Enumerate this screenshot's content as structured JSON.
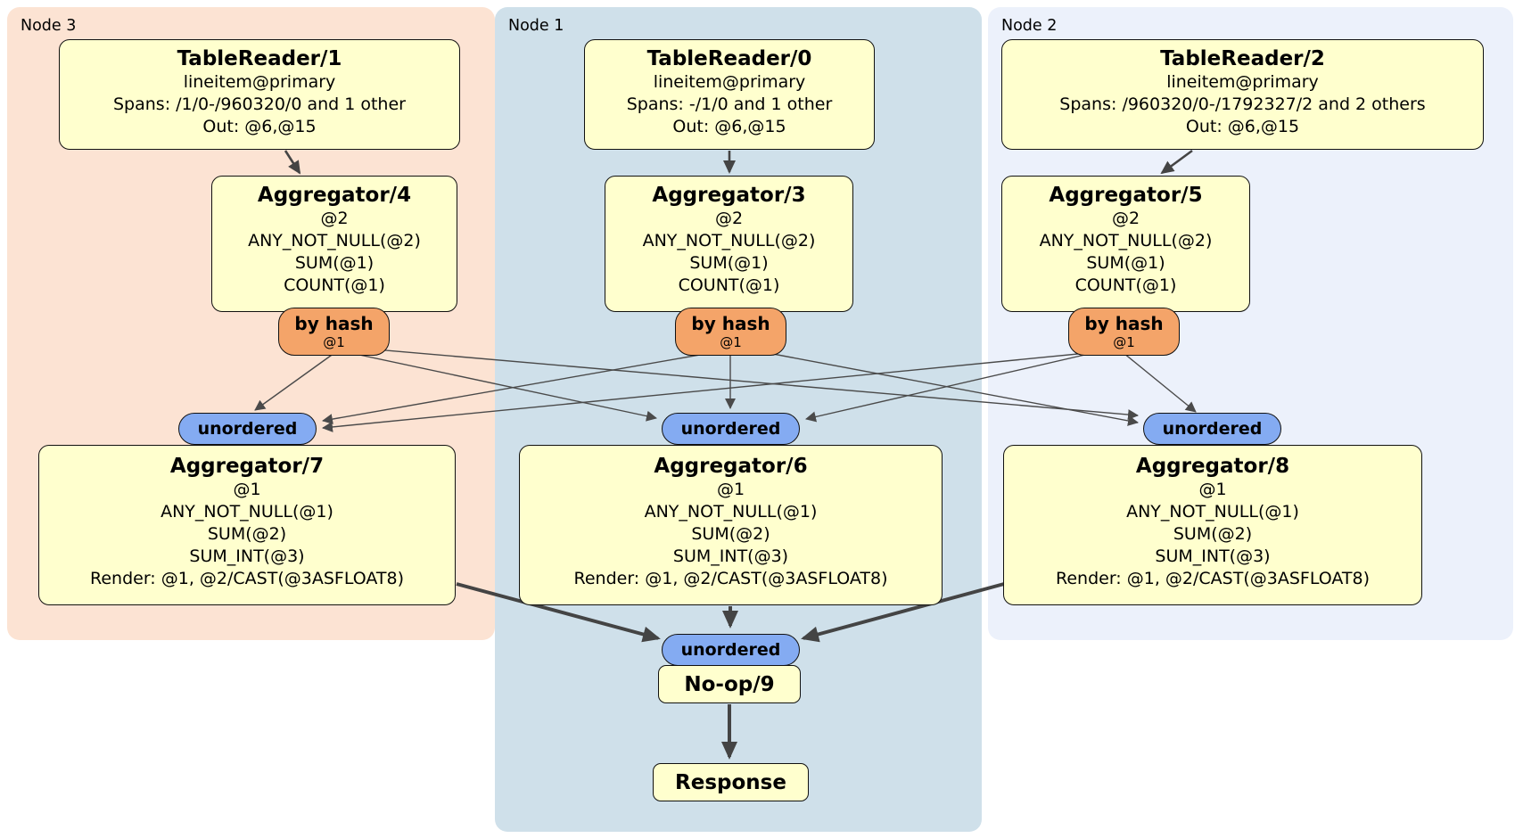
{
  "regions": [
    {
      "id": "node3",
      "label": "Node 3"
    },
    {
      "id": "node1",
      "label": "Node 1"
    },
    {
      "id": "node2",
      "label": "Node 2"
    }
  ],
  "processors": {
    "tr1": {
      "title": "TableReader/1",
      "lines": [
        "lineitem@primary",
        "Spans: /1/0-/960320/0 and 1 other",
        "Out: @6,@15"
      ]
    },
    "tr0": {
      "title": "TableReader/0",
      "lines": [
        "lineitem@primary",
        "Spans: -/1/0 and 1 other",
        "Out: @6,@15"
      ]
    },
    "tr2": {
      "title": "TableReader/2",
      "lines": [
        "lineitem@primary",
        "Spans: /960320/0-/1792327/2 and 2 others",
        "Out: @6,@15"
      ]
    },
    "agg4": {
      "title": "Aggregator/4",
      "lines": [
        "@2",
        "ANY_NOT_NULL(@2)",
        "SUM(@1)",
        "COUNT(@1)"
      ]
    },
    "agg3": {
      "title": "Aggregator/3",
      "lines": [
        "@2",
        "ANY_NOT_NULL(@2)",
        "SUM(@1)",
        "COUNT(@1)"
      ]
    },
    "agg5": {
      "title": "Aggregator/5",
      "lines": [
        "@2",
        "ANY_NOT_NULL(@2)",
        "SUM(@1)",
        "COUNT(@1)"
      ]
    },
    "agg7": {
      "title": "Aggregator/7",
      "lines": [
        "@1",
        "ANY_NOT_NULL(@1)",
        "SUM(@2)",
        "SUM_INT(@3)",
        "Render: @1, @2/CAST(@3ASFLOAT8)"
      ]
    },
    "agg6": {
      "title": "Aggregator/6",
      "lines": [
        "@1",
        "ANY_NOT_NULL(@1)",
        "SUM(@2)",
        "SUM_INT(@3)",
        "Render: @1, @2/CAST(@3ASFLOAT8)"
      ]
    },
    "agg8": {
      "title": "Aggregator/8",
      "lines": [
        "@1",
        "ANY_NOT_NULL(@1)",
        "SUM(@2)",
        "SUM_INT(@3)",
        "Render: @1, @2/CAST(@3ASFLOAT8)"
      ]
    },
    "noop": {
      "title": "No-op/9"
    },
    "response": {
      "title": "Response"
    }
  },
  "routers": [
    {
      "label": "by hash",
      "detail": "@1"
    },
    {
      "label": "by hash",
      "detail": "@1"
    },
    {
      "label": "by hash",
      "detail": "@1"
    }
  ],
  "syncs": [
    {
      "label": "unordered"
    },
    {
      "label": "unordered"
    },
    {
      "label": "unordered"
    },
    {
      "label": "unordered"
    }
  ],
  "colors": {
    "node3_bg": "#fce3d3",
    "node1_bg": "#cfe0ea",
    "node2_bg": "#ecf1fb",
    "processor_fill": "#ffffce",
    "router_fill": "#f4a469",
    "sync_fill": "#84abf2",
    "edge": "#4a4a4a"
  }
}
